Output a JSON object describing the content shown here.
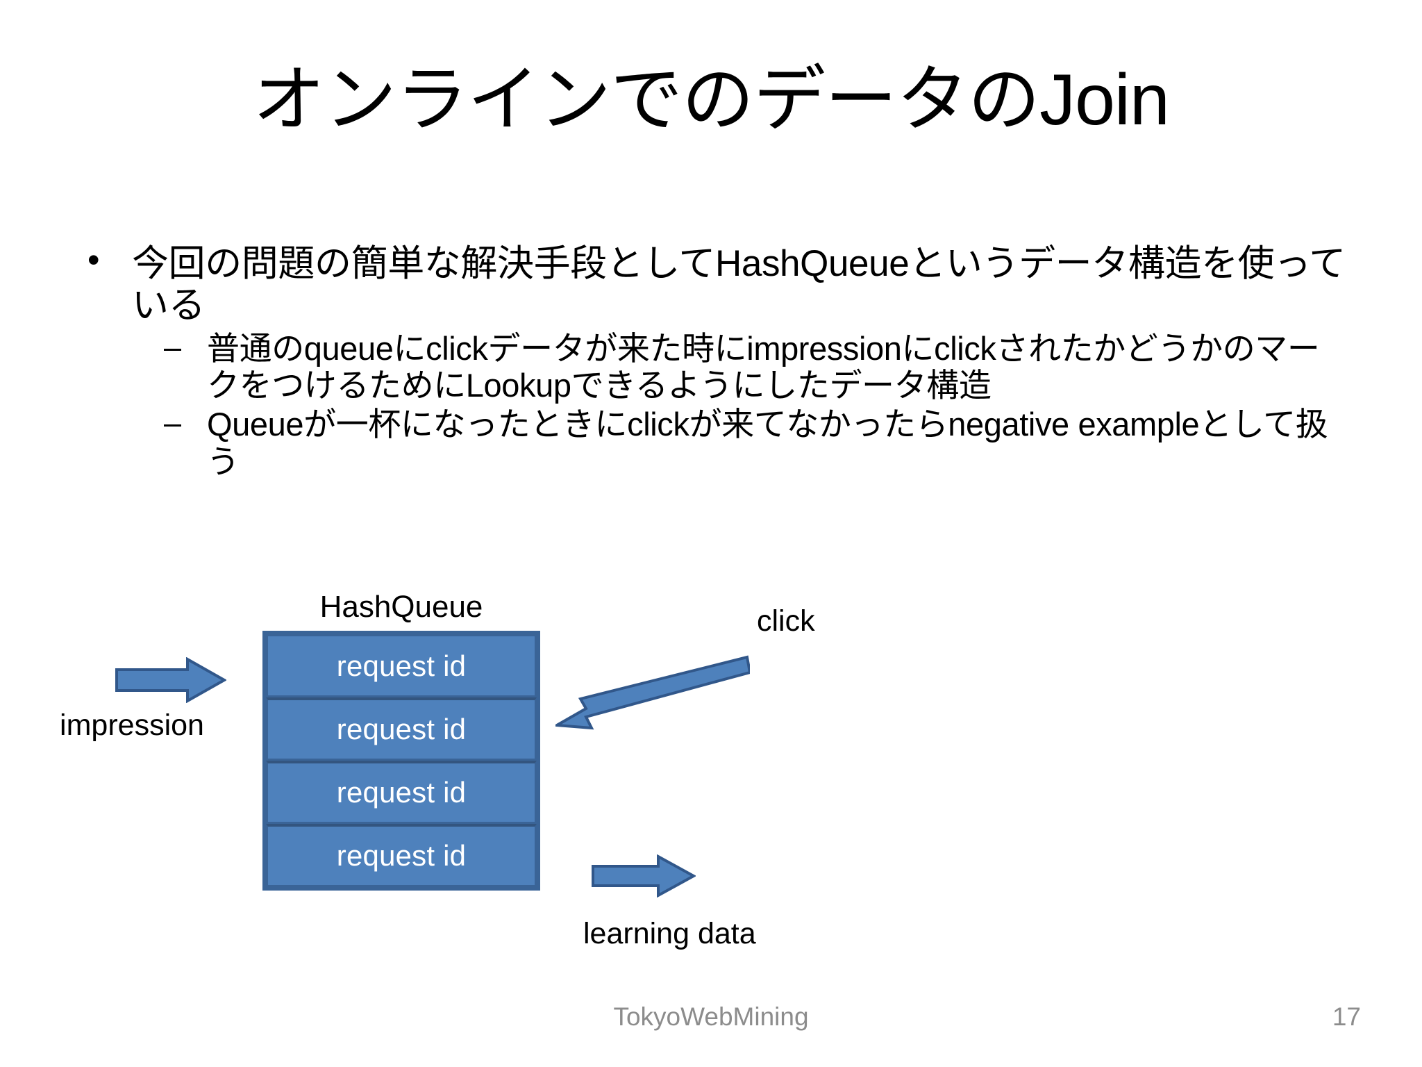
{
  "slide": {
    "title": "オンラインでのデータのJoin",
    "bullets": [
      {
        "level": 1,
        "marker": "•",
        "text": "今回の問題の簡単な解決手段としてHashQueueというデータ構造を使っている"
      },
      {
        "level": 2,
        "marker": "–",
        "text": "普通のqueueにclickデータが来た時にimpressionにclickされたかどうかのマークをつけるためにLookupできるようにしたデータ構造"
      },
      {
        "level": 2,
        "marker": "–",
        "text": "Queueが一杯になったときにclickが来てなかったらnegative exampleとして扱う"
      }
    ]
  },
  "diagram": {
    "hashqueue_label": "HashQueue",
    "queue_cells": [
      "request id",
      "request id",
      "request id",
      "request id"
    ],
    "impression_label": "impression",
    "click_label": "click",
    "learning_label": "learning data",
    "colors": {
      "cell_fill": "#4E81BC",
      "cell_border": "#3A6497",
      "arrow_fill": "#4E81BC",
      "arrow_border": "#31578A",
      "cell_text": "#FFFFFF"
    }
  },
  "footer": {
    "center": "TokyoWebMining",
    "page": "17",
    "color": "#8C8C8C"
  }
}
